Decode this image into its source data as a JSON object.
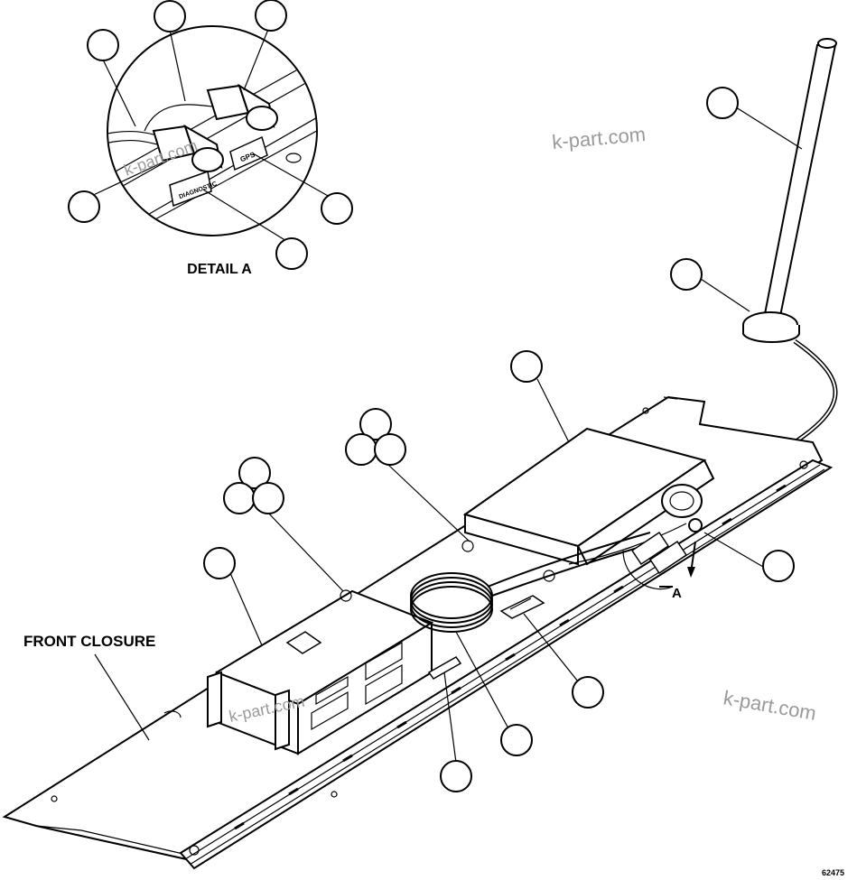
{
  "labels": {
    "detail": "DETAIL A",
    "front_closure": "FRONT CLOSURE",
    "view_a": "A",
    "figure_number": "62475"
  },
  "detail_tags": {
    "plate_label_1": "DIAGNOSTIC",
    "plate_label_2": "GPS"
  },
  "watermark": "k-part.com",
  "colors": {
    "line": "#000000",
    "background": "#ffffff",
    "watermark": "#9a9a9a"
  }
}
